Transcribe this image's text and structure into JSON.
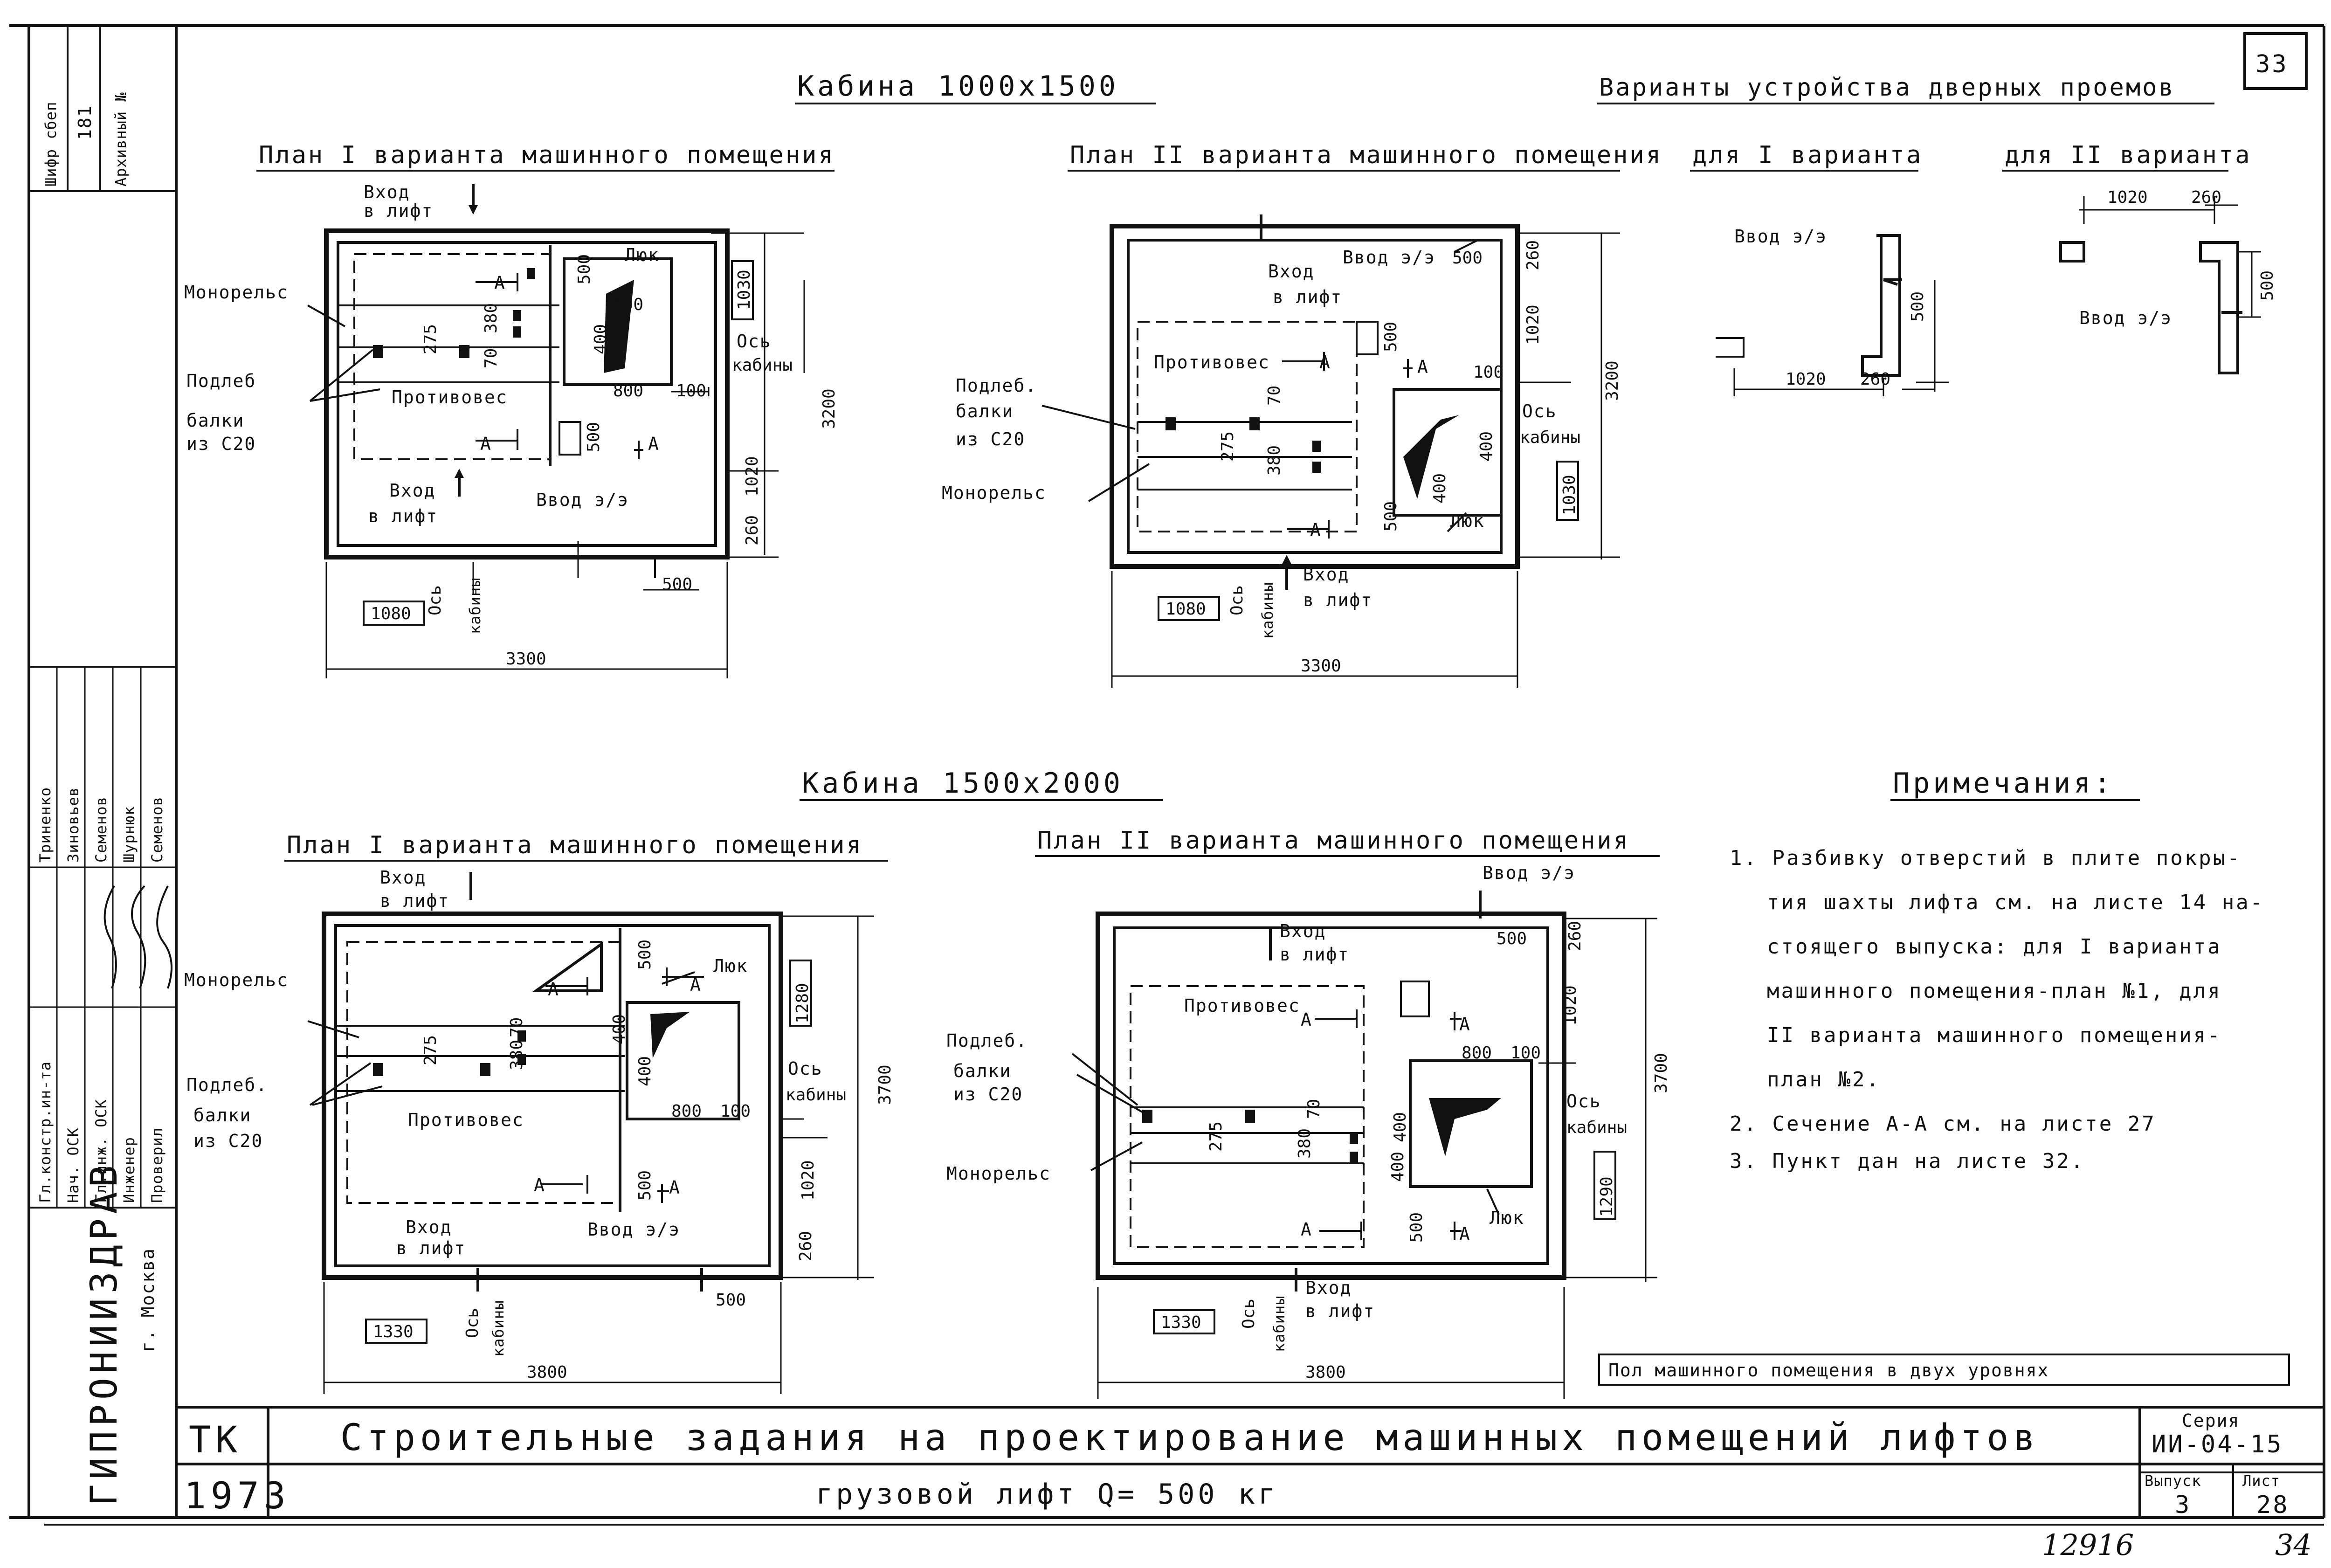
{
  "sheet_number": "33",
  "cabin_1": {
    "title": "Кабина 1000x1500",
    "plan_1": {
      "title": "План I варианта машинного помещения",
      "labels": {
        "entry_top_1": "Вход",
        "entry_top_2": "в лифт",
        "monorail": "Монорельс",
        "podleb": "Подлеб",
        "beams_1": "балки",
        "beams_2": "из С20",
        "counterweight": "Противовес",
        "hatch": "Люк",
        "axis_1": "Ось",
        "axis_2": "кабины",
        "entry_bottom_1": "Вход",
        "entry_bottom_2": "в лифт",
        "cable_entry": "Ввод э/э",
        "mark_a": "А"
      },
      "dims": {
        "d275": "275",
        "d380": "380",
        "d70": "70",
        "d400a": "400",
        "d400b": "400",
        "d500a": "500",
        "d500b": "500",
        "d500c": "500",
        "d800": "800",
        "d100": "100",
        "d1030": "1030",
        "d3200": "3200",
        "d1020": "1020",
        "d260": "260",
        "d1080": "1080",
        "d3300": "3300"
      }
    },
    "plan_2": {
      "title": "План II варианта машинного помещения",
      "labels": {
        "entry_top_1": "Вход",
        "entry_top_2": "в лифт",
        "cable_entry": "Ввод э/э",
        "counterweight": "Противовес",
        "podleb": "Подлеб.",
        "beams_1": "балки",
        "beams_2": "из С20",
        "monorail": "Монорельс",
        "axis_1": "Ось",
        "axis_2": "кабины",
        "hatch": "Люк",
        "axis_b1": "Ось",
        "axis_b2": "кабины",
        "entry_bottom_1": "Вход",
        "entry_bottom_2": "в лифт",
        "mark_a": "А"
      },
      "dims": {
        "d500a": "500",
        "d260": "260",
        "d1020": "1020",
        "d3200": "3200",
        "d500b": "500",
        "d100": "100",
        "d275": "275",
        "d70": "70",
        "d380": "380",
        "d400a": "400",
        "d400b": "400",
        "d500c": "500",
        "d1030": "1030",
        "d1080": "1080",
        "d3300": "3300"
      }
    }
  },
  "door_openings": {
    "title": "Варианты устройства дверных проемов",
    "variant_1": {
      "title": "для I варианта",
      "cable_entry": "Ввод э/э",
      "d500": "500",
      "d1020": "1020",
      "d260": "260"
    },
    "variant_2": {
      "title": "для II варианта",
      "cable_entry": "Ввод э/э",
      "d1020": "1020",
      "d260": "260",
      "d500": "500"
    }
  },
  "cabin_2": {
    "title": "Кабина 1500x2000",
    "plan_1": {
      "title": "План I варианта машинного помещения",
      "labels": {
        "entry_top_1": "Вход",
        "entry_top_2": "в лифт",
        "monorail": "Монорельс",
        "hatch": "Люк",
        "podleb": "Подлеб.",
        "beams_1": "балки",
        "beams_2": "из С20",
        "counterweight": "Противовес",
        "axis_1": "Ось",
        "axis_2": "кабины",
        "entry_bottom_1": "Вход",
        "entry_bottom_2": "в лифт",
        "cable_entry": "Ввод э/э",
        "mark_a": "А"
      },
      "dims": {
        "d500a": "500",
        "d275": "275",
        "d380": "380",
        "d70": "70",
        "d400a": "400",
        "d400b": "400",
        "d1280": "1280",
        "d3700": "3700",
        "d800": "800",
        "d100": "100",
        "d1020": "1020",
        "d500b": "500",
        "d260": "260",
        "d500c": "500",
        "d1330": "1330",
        "d3800": "3800"
      }
    },
    "plan_2": {
      "title": "План II варианта машинного помещения",
      "labels": {
        "cable_entry": "Ввод э/э",
        "entry_top_1": "Вход",
        "entry_top_2": "в лифт",
        "counterweight": "Противовес",
        "podleb": "Подлеб.",
        "beams_1": "балки",
        "beams_2": "из С20",
        "monorail": "Монорельс",
        "axis_1": "Ось",
        "axis_2": "кабины",
        "hatch": "Люк",
        "axis_b1": "Ось",
        "axis_b2": "кабины",
        "entry_bottom_1": "Вход",
        "entry_bottom_2": "в лифт",
        "mark_a": "А"
      },
      "dims": {
        "d500a": "500",
        "d260": "260",
        "d1020": "1020",
        "d3700": "3700",
        "d800": "800",
        "d100": "100",
        "d275": "275",
        "d380": "380",
        "d70": "70",
        "d400a": "400",
        "d400b": "400",
        "d500b": "500",
        "d1290": "1290",
        "d1330": "1330",
        "d3800": "3800"
      }
    }
  },
  "notes": {
    "title": "Примечания:",
    "lines": [
      "1. Разбивку отверстий в плите покры-",
      "тия шахты лифта см. на листе 14 на-",
      "стоящего выпуска: для I варианта",
      "машинного помещения-план №1, для",
      "II варианта машинного помещения-",
      "план №2.",
      "2. Сечение А-А см. на листе 27",
      "3. Пункт дан на листе 32."
    ],
    "boxed": "Пол машинного помещения в двух уровнях"
  },
  "title_block": {
    "tk": "ТК",
    "year": "1973",
    "title": "Строительные задания на проектирование машинных помещений лифтов",
    "subtitle": "грузовой лифт Q= 500 кг",
    "series_label": "Серия",
    "series_value": "ИИ-04-15",
    "issue_label": "Выпуск",
    "issue_value": "3",
    "sheet_label": "Лист",
    "sheet_value": "28"
  },
  "side_stamp": {
    "code_label": "Шифр сбеп",
    "code_value": "181",
    "archive_label": "Архивный №",
    "roles": [
      "Гл.констр.ин-та",
      "Нач. ОСК",
      "Гл.инж. ОСК",
      "Инженер",
      "Проверил"
    ],
    "names": [
      "Триненко",
      "Зиновьев",
      "Семенов",
      "Шурнюк",
      "Семенов"
    ],
    "org": "ГИПРОНИИЗДРАВ",
    "city": "г. Москва"
  },
  "handwritten": {
    "number_1": "12916",
    "number_2": "34"
  }
}
